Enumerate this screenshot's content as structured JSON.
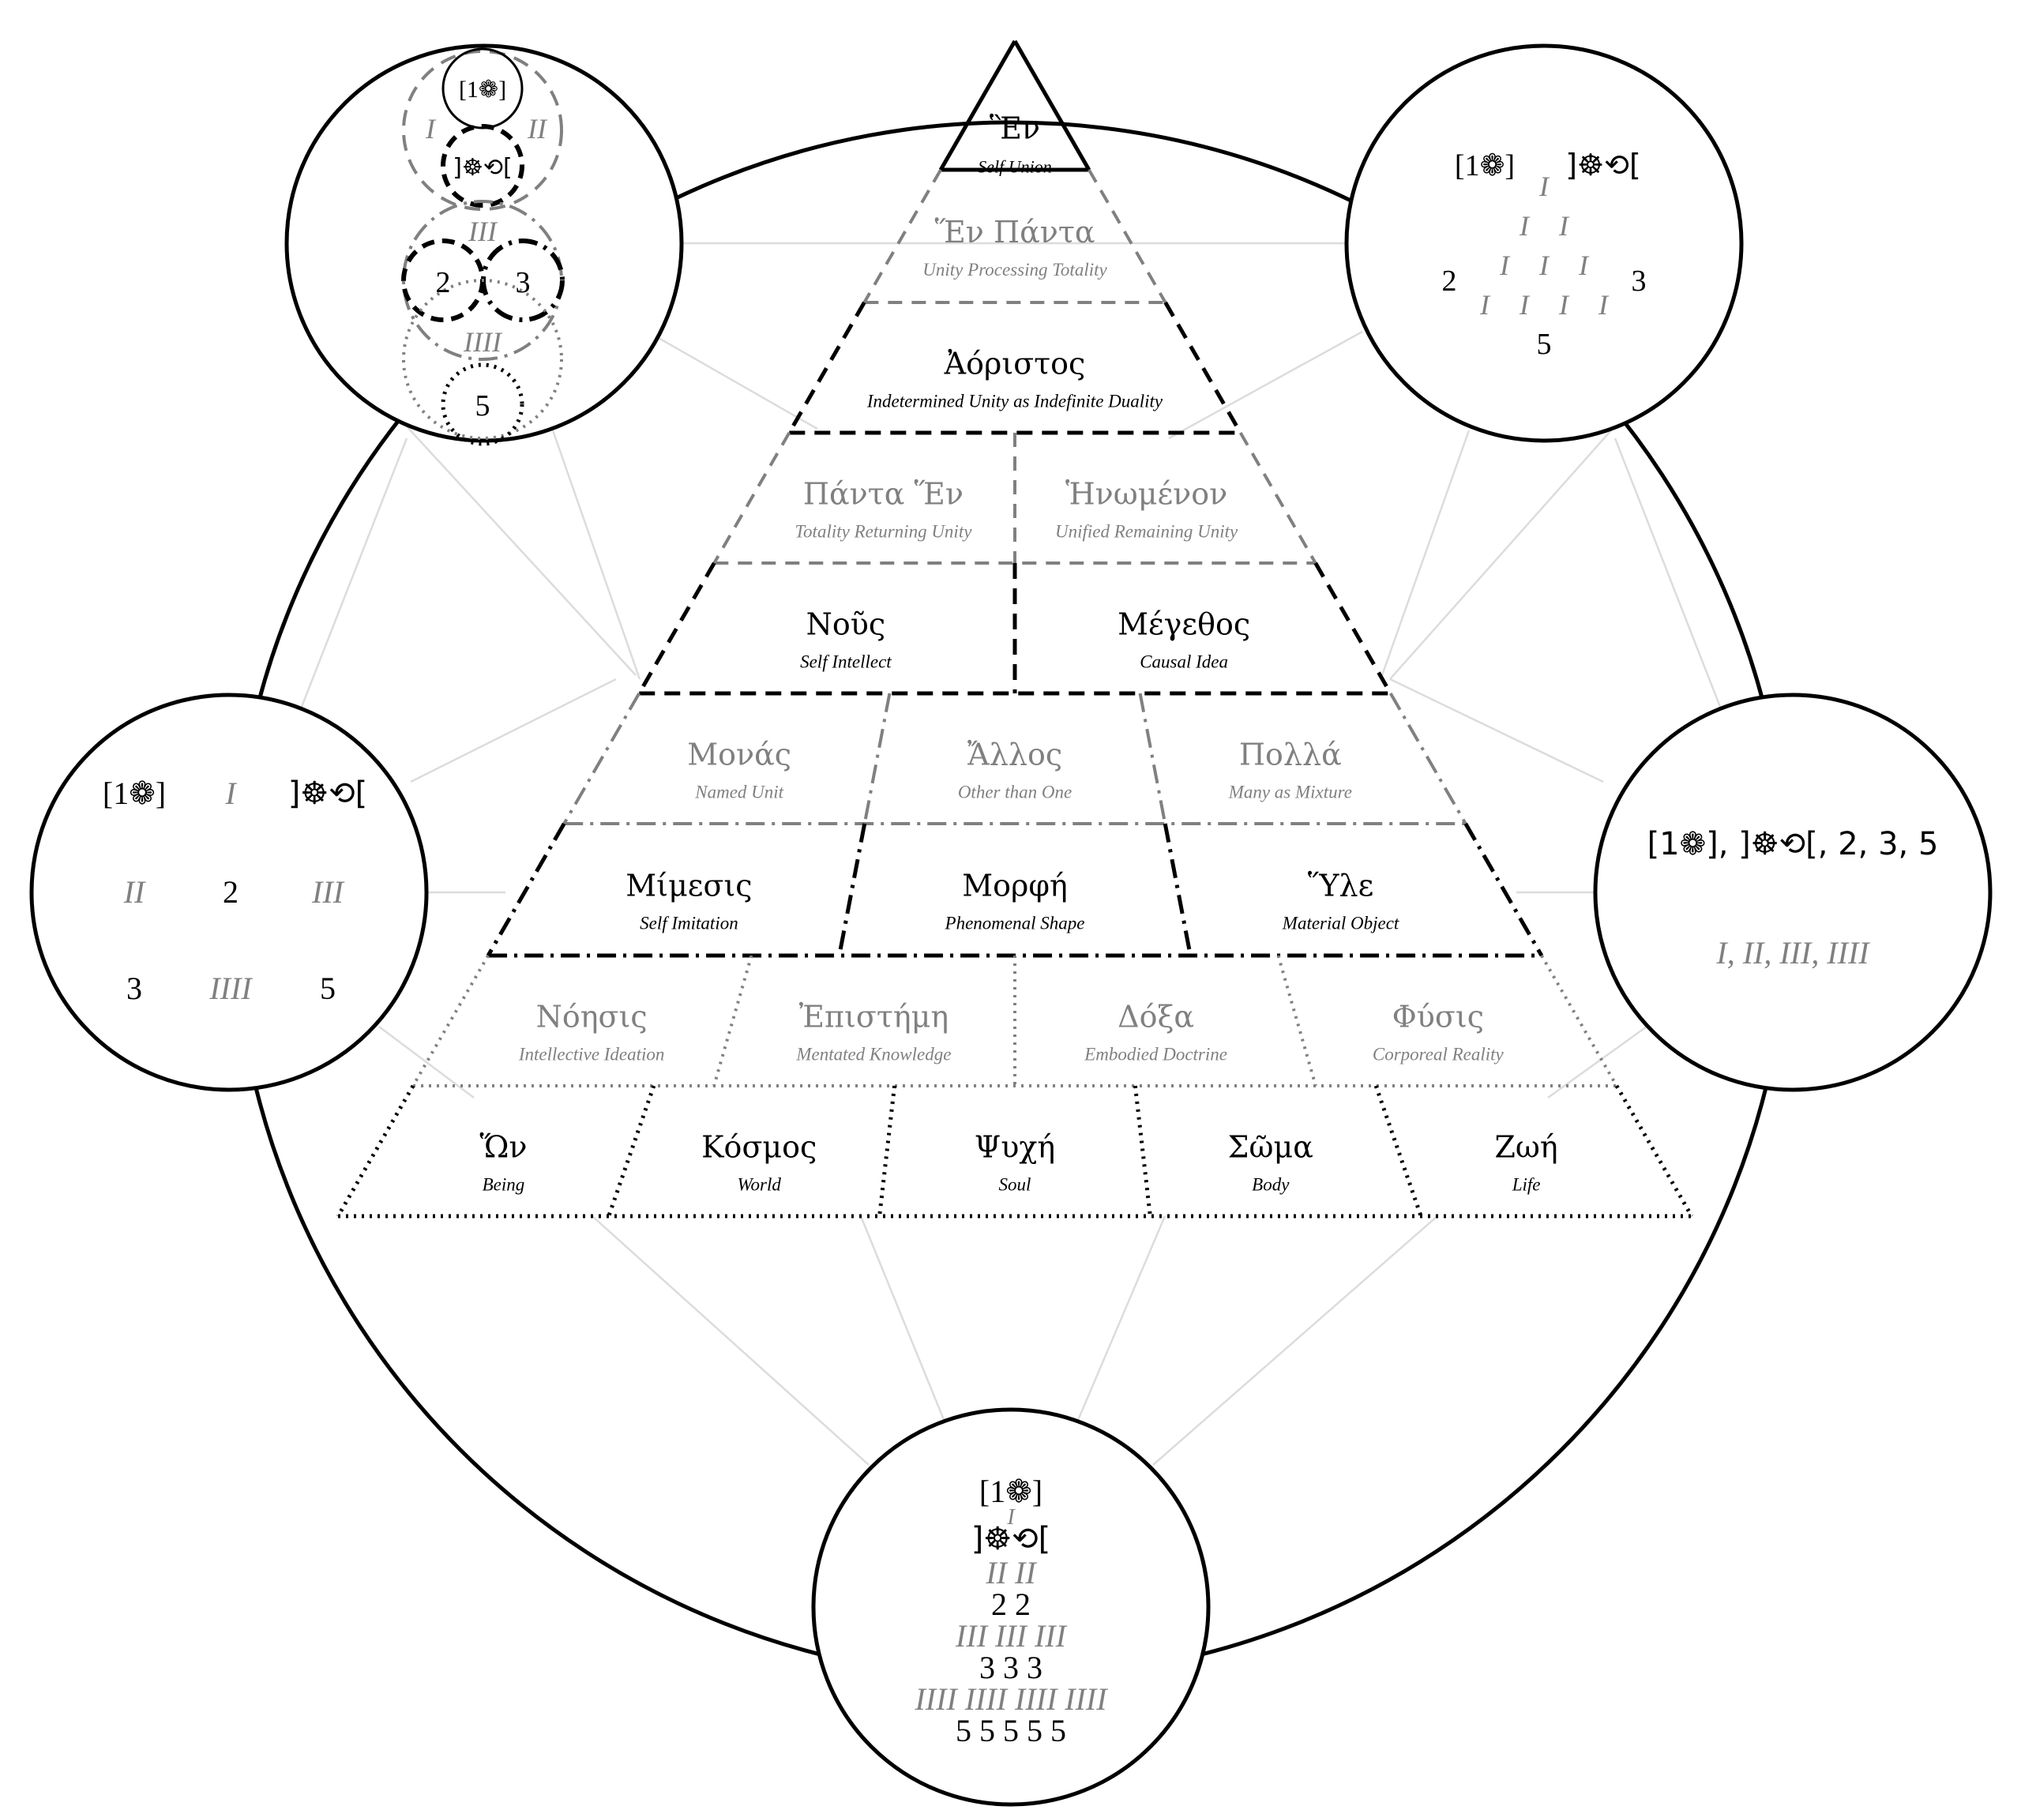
{
  "colors": {
    "ink": "#000000",
    "grey": "#808080",
    "spoke": "#dcdcdc"
  },
  "icons": {
    "flower": "flower-icon (❁ in brackets)",
    "wheel": "dharma-wheel-icon (☸)",
    "cycle": "cycle-arrow-icon (⟲)"
  },
  "pyramid": {
    "row1": [
      {
        "greek": "Ἓν",
        "english": "Self Union"
      }
    ],
    "row2": [
      {
        "greek": "Ἕν Πάντα",
        "english": "Unity Processing Totality"
      }
    ],
    "row3": [
      {
        "greek": "Ἀόριστος",
        "english": "Indetermined Unity as Indefinite Duality"
      }
    ],
    "row4": [
      {
        "greek": "Πάντα Ἕν",
        "english": "Totality Returning Unity"
      },
      {
        "greek": "Ἡνωμένον",
        "english": "Unified Remaining Unity"
      }
    ],
    "row5": [
      {
        "greek": "Νοῦς",
        "english": "Self Intellect"
      },
      {
        "greek": "Μέγεθος",
        "english": "Causal Idea"
      }
    ],
    "row6": [
      {
        "greek": "Μονάς",
        "english": "Named Unit"
      },
      {
        "greek": "Ἄλλος",
        "english": "Other than One"
      },
      {
        "greek": "Πολλά",
        "english": "Many as Mixture"
      }
    ],
    "row7": [
      {
        "greek": "Μίμεσις",
        "english": "Self Imitation"
      },
      {
        "greek": "Μορφή",
        "english": "Phenomenal Shape"
      },
      {
        "greek": "Ὕλε",
        "english": "Material Object"
      }
    ],
    "row8": [
      {
        "greek": "Νόησις",
        "english": "Intellective Ideation"
      },
      {
        "greek": "Ἐπιστήμη",
        "english": "Mentated Knowledge"
      },
      {
        "greek": "Δόξα",
        "english": "Embodied Doctrine"
      },
      {
        "greek": "Φύσις",
        "english": "Corporeal Reality"
      }
    ],
    "row9": [
      {
        "greek": "Ὥν",
        "english": "Being"
      },
      {
        "greek": "Κόσμος",
        "english": "World"
      },
      {
        "greek": "Ψυχή",
        "english": "Soul"
      },
      {
        "greek": "Σῶμα",
        "english": "Body"
      },
      {
        "greek": "Ζωή",
        "english": "Life"
      }
    ]
  },
  "circles": {
    "top_left": {
      "one": "[1❁]",
      "wheel": "]☸⟲[",
      "I": "I",
      "II": "II",
      "III": "III",
      "IIII": "IIII",
      "two": "2",
      "three": "3",
      "five": "5"
    },
    "top_right": {
      "one": "[1❁]",
      "wheel": "]☸⟲[",
      "tri1": [
        "I"
      ],
      "tri2": [
        "I",
        "I"
      ],
      "tri3": [
        "I",
        "I",
        "I"
      ],
      "tri4": [
        "I",
        "I",
        "I",
        "I"
      ],
      "two": "2",
      "three": "3",
      "five": "5"
    },
    "left": {
      "r1": [
        "[1❁]",
        "I",
        "]☸⟲["
      ],
      "r2": [
        "II",
        "2",
        "III"
      ],
      "r3": [
        "3",
        "IIII",
        "5"
      ]
    },
    "right": {
      "line1": "[1❁], ]☸⟲[, 2, 3, 5",
      "line2": "I, II, III, IIII"
    },
    "bottom": {
      "l1": "[1❁]",
      "l1b": "I",
      "l2": "]☸⟲[",
      "l3": "II II",
      "l4": "2 2",
      "l5": "III III III",
      "l6": "3 3 3",
      "l7": "IIII IIII IIII IIII",
      "l8": "5 5 5 5 5"
    }
  }
}
